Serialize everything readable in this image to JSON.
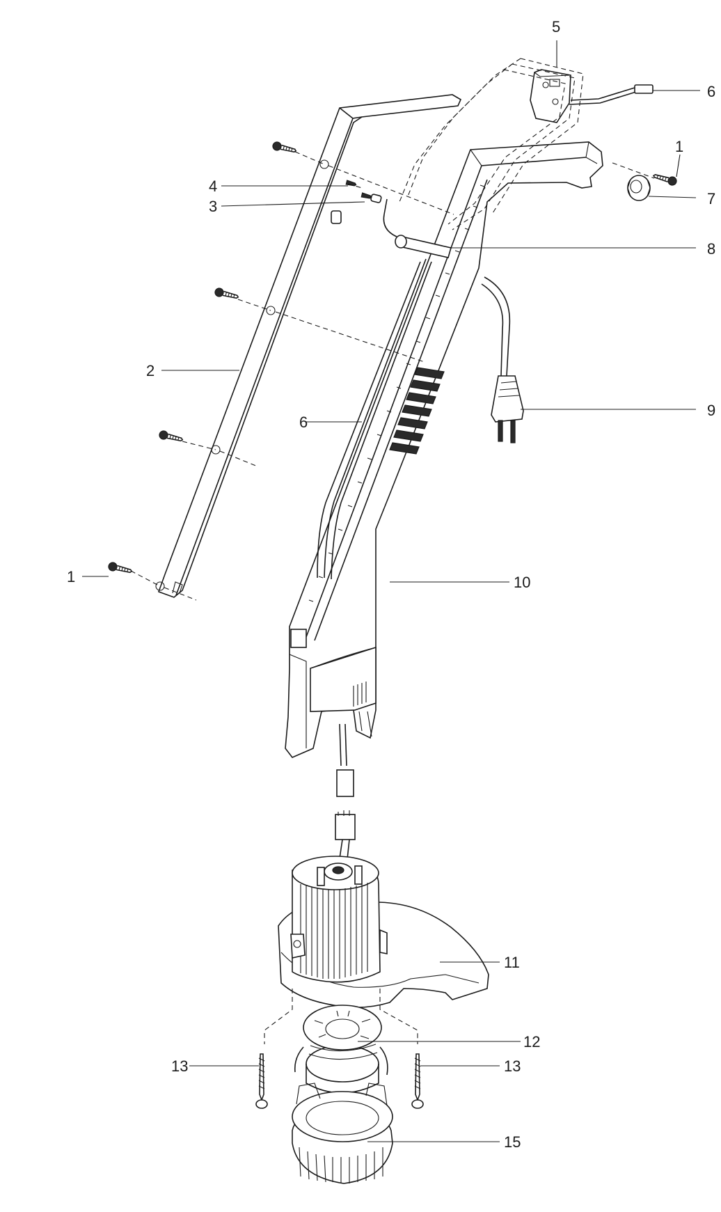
{
  "callouts": [
    {
      "id": "c5",
      "label": "5"
    },
    {
      "id": "c6a",
      "label": "6"
    },
    {
      "id": "c1a",
      "label": "1"
    },
    {
      "id": "c4",
      "label": "4"
    },
    {
      "id": "c7",
      "label": "7"
    },
    {
      "id": "c3",
      "label": "3"
    },
    {
      "id": "c8",
      "label": "8"
    },
    {
      "id": "c2",
      "label": "2"
    },
    {
      "id": "c9",
      "label": "9"
    },
    {
      "id": "c6b",
      "label": "6"
    },
    {
      "id": "c1b",
      "label": "1"
    },
    {
      "id": "c10",
      "label": "10"
    },
    {
      "id": "c11",
      "label": "11"
    },
    {
      "id": "c12",
      "label": "12"
    },
    {
      "id": "c13a",
      "label": "13"
    },
    {
      "id": "c13b",
      "label": "13"
    },
    {
      "id": "c15",
      "label": "15"
    }
  ]
}
